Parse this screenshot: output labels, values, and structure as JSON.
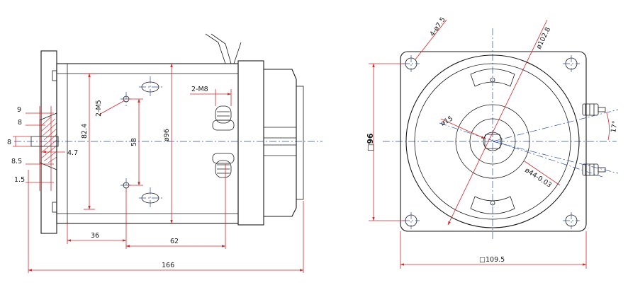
{
  "side_view": {
    "labels": {
      "d9": "9",
      "d8_top": "8",
      "d8_left": "8",
      "d4_7": "4.7",
      "d8_5": "8.5",
      "d1_5": "1.5",
      "holes_m5": "2-M5",
      "d82_4": "82.4",
      "d58": "58",
      "dia96": "ø96",
      "studs_m8": "2-M8",
      "d36": "36",
      "d62": "62",
      "d166": "166"
    }
  },
  "front_view": {
    "labels": {
      "holes_4x": "4-ø7.5",
      "dia102_8": "ø102.8",
      "dia15": "ø15",
      "dia44": "ø44-0.03",
      "angle17": "17°",
      "square96": "□96",
      "square109_5": "□109.5"
    }
  },
  "colors": {
    "outline": "#1a1a1a",
    "dimension": "#d6262a",
    "centerline": "#2b4fa3"
  }
}
